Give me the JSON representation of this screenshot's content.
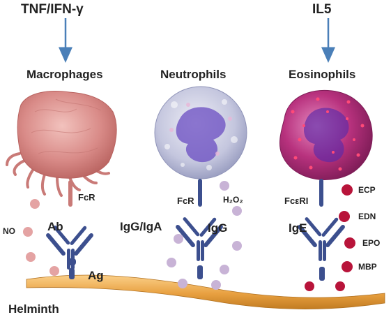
{
  "top_labels": {
    "left": "TNF/IFN-γ",
    "right": "IL5"
  },
  "cells": {
    "macrophages": "Macrophages",
    "neutrophils": "Neutrophils",
    "eosinophils": "Eosinophils"
  },
  "receptors": {
    "macrophage": "FcR",
    "neutrophil": "FcR",
    "eosinophil": "FcεRI"
  },
  "labels": {
    "no": "NO",
    "ab": "Ab",
    "ag": "Ag",
    "igg_iga": "IgG/IgA",
    "igg": "IgG",
    "h2o2": "H₂O₂",
    "ige": "IgE",
    "helminth": "Helminth"
  },
  "granules": [
    "ECP",
    "EDN",
    "EPO",
    "MBP"
  ],
  "colors": {
    "arrow": "#4a7fb8",
    "antibody": "#3c4f8e",
    "no_dots": "#e4a3a3",
    "h2o2_dots": "#c8b3d6",
    "granule_dots": "#b8143a",
    "helminth": "#e8a040",
    "macrophage": "#d98b88",
    "neutrophil": "#b8bad6",
    "eosinophil": "#b8327e"
  }
}
